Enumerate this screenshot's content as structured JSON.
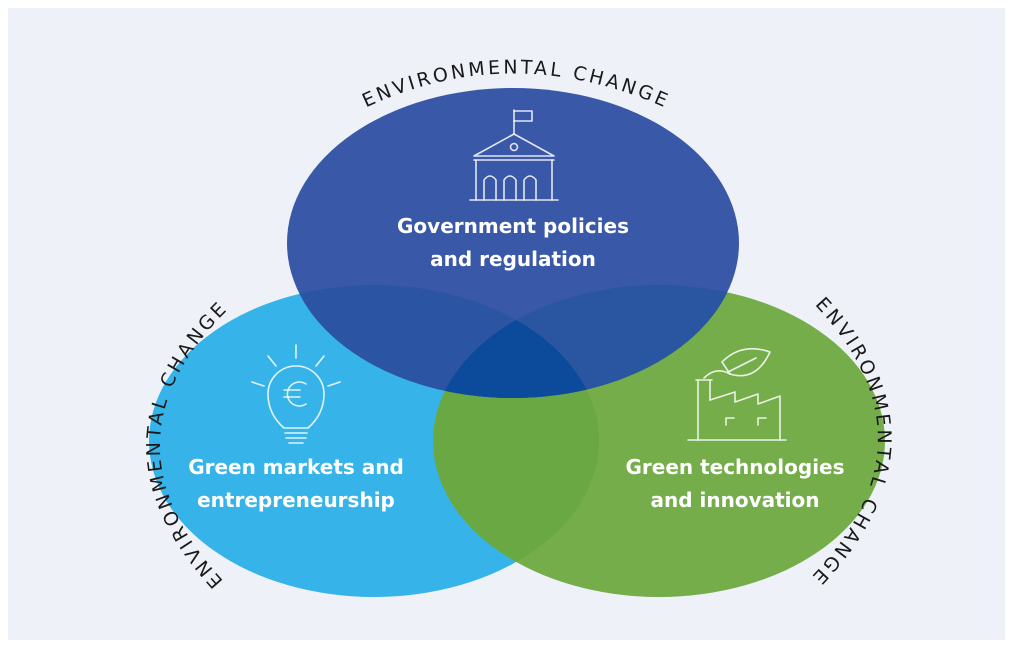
{
  "colors": {
    "background": "#eef1f8",
    "government": "#3a58a8",
    "markets": "#36b3e8",
    "technologies": "#74ad4a",
    "overlap_gov_markets": "#2b55a3",
    "overlap_gov_tech": "#2a55a0",
    "overlap_markets_tech": "#6aa844",
    "overlap_center": "#0c4a9c"
  },
  "arcs": {
    "top": "ENVIRONMENTAL CHANGE",
    "left": "ENVIRONMENTAL CHANGE",
    "right": "ENVIRONMENTAL CHANGE"
  },
  "circles": {
    "government": {
      "line1": "Government policies",
      "line2": "and regulation",
      "icon": "government-building-icon"
    },
    "markets": {
      "line1": "Green markets and",
      "line2": "entrepreneurship",
      "icon": "lightbulb-euro-icon"
    },
    "technologies": {
      "line1": "Green technologies",
      "line2": "and innovation",
      "icon": "factory-leaf-icon"
    }
  }
}
